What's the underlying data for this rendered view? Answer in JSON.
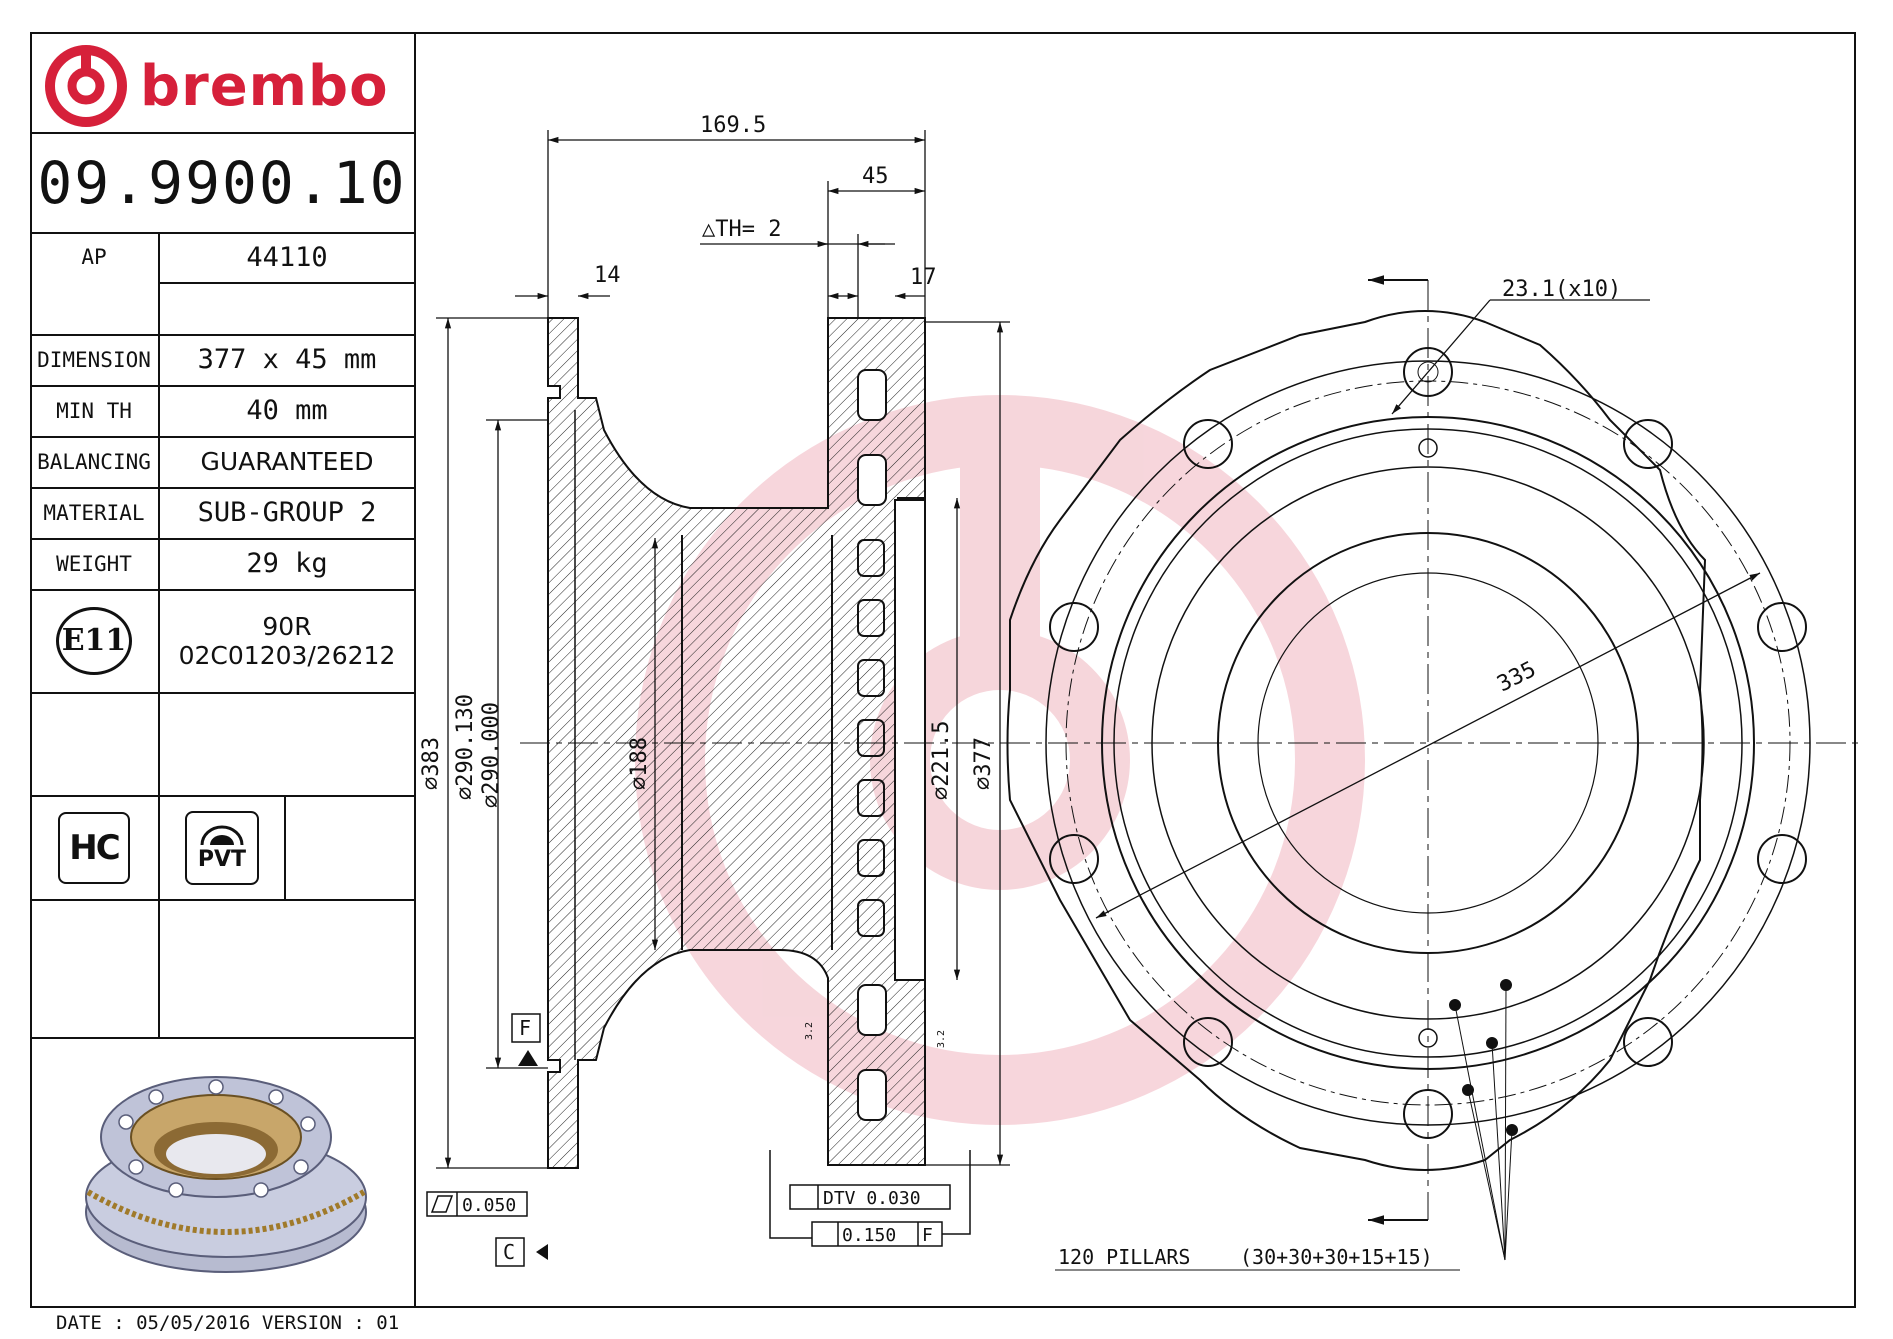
{
  "brand": {
    "name": "brembo",
    "color": "#d6203a",
    "logo_icon": "brembo-logo-icon"
  },
  "part_number": "09.9900.10",
  "rows": {
    "ap": {
      "label": "AP",
      "value": "44110"
    },
    "dimension": {
      "label": "DIMENSION",
      "value": "377 x 45 mm"
    },
    "min_th": {
      "label": "MIN TH",
      "value": "40 mm"
    },
    "balancing": {
      "label": "BALANCING",
      "value": "GUARANTEED"
    },
    "material": {
      "label": "MATERIAL",
      "value": "SUB-GROUP 2"
    },
    "weight": {
      "label": "WEIGHT",
      "value": "29 kg"
    }
  },
  "homologation": {
    "mark": "E11",
    "line1": "90R",
    "line2": "02C01203/26212"
  },
  "badges": {
    "hc": "HC",
    "pvt": "PVT"
  },
  "footer": {
    "date_line": "DATE : 05/05/2016 VERSION : 01"
  },
  "drawing": {
    "dims": {
      "overall_width": "169.5",
      "thickness": "45",
      "delta_th": "△TH= 2",
      "hat_thickness": "14",
      "friction_ring": "17",
      "d383": "⌀383",
      "d290_130": "⌀290.130",
      "d290_000": "⌀290.000",
      "d188": "⌀188",
      "d221_5": "⌀221.5",
      "d377": "⌀377",
      "d335": "335",
      "holes": "23.1(x10)"
    },
    "tolerances": {
      "flatness": "0.050",
      "dtv": "DTV 0.030",
      "runout": "0.150",
      "runout_ref": "F",
      "datum_f": "F",
      "datum_c": "C",
      "roughness": "3.2"
    },
    "pillars_label": "120 PILLARS",
    "pillars_detail": "(30+30+30+15+15)"
  },
  "colors": {
    "line": "#111111",
    "watermark": "#f6d2d8"
  }
}
